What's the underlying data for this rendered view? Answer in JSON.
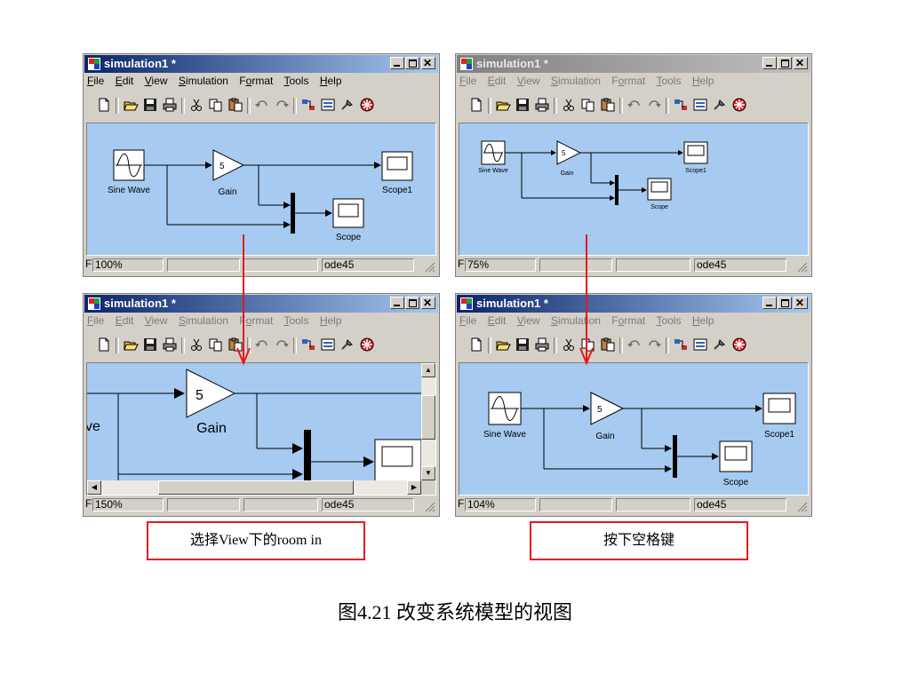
{
  "windows": [
    {
      "title": "simulation1 *",
      "title_active": true,
      "menus": [
        "File",
        "Edit",
        "View",
        "Simulation",
        "Format",
        "Tools",
        "Help"
      ],
      "menu_underline": [
        "F",
        "E",
        "V",
        "S",
        "o",
        "T",
        "H"
      ],
      "status": {
        "prefix": "F",
        "zoom": "100%",
        "solver": "ode45"
      },
      "blocks": {
        "sine": "Sine Wave",
        "gain": "Gain",
        "gain_value": "5",
        "scope": "Scope",
        "scope1": "Scope1"
      }
    },
    {
      "title": "simulation1 *",
      "title_active": false,
      "menus": [
        "File",
        "Edit",
        "View",
        "Simulation",
        "Format",
        "Tools",
        "Help"
      ],
      "menu_underline": [
        "F",
        "E",
        "V",
        "S",
        "o",
        "T",
        "H"
      ],
      "status": {
        "prefix": "F",
        "zoom": "75%",
        "solver": "ode45"
      },
      "blocks": {
        "sine": "Sine Wave",
        "gain": "Gain",
        "gain_value": "5",
        "scope": "Scope",
        "scope1": "Scope1"
      }
    },
    {
      "title": "simulation1 *",
      "title_active": true,
      "menus": [
        "File",
        "Edit",
        "View",
        "Simulation",
        "Format",
        "Tools",
        "Help"
      ],
      "menu_underline": [
        "F",
        "E",
        "V",
        "S",
        "o",
        "T",
        "H"
      ],
      "status": {
        "prefix": "F",
        "zoom": "150%",
        "solver": "ode45"
      },
      "blocks": {
        "sine_partial": "ve",
        "gain": "Gain",
        "gain_value": "5"
      }
    },
    {
      "title": "simulation1 *",
      "title_active": true,
      "menus": [
        "File",
        "Edit",
        "View",
        "Simulation",
        "Format",
        "Tools",
        "Help"
      ],
      "menu_underline": [
        "F",
        "E",
        "V",
        "S",
        "o",
        "T",
        "H"
      ],
      "status": {
        "prefix": "F",
        "zoom": "104%",
        "solver": "ode45"
      },
      "blocks": {
        "sine": "Sine Wave",
        "gain": "Gain",
        "gain_value": "5",
        "scope": "Scope",
        "scope1": "Scope1"
      }
    }
  ],
  "captions": {
    "left": "选择View下的room in",
    "right": "按下空格键",
    "figure": "图4.21  改变系统模型的视图"
  },
  "colors": {
    "canvas": "#a6caf0",
    "annotation_red": "#e8171e",
    "title_active": "#0a246a"
  },
  "icons": [
    "new-icon",
    "open-icon",
    "save-icon",
    "print-icon",
    "cut-icon",
    "copy-icon",
    "paste-icon",
    "undo-icon",
    "redo-icon",
    "library-icon",
    "model-browser-icon",
    "build-icon",
    "debug-icon"
  ]
}
